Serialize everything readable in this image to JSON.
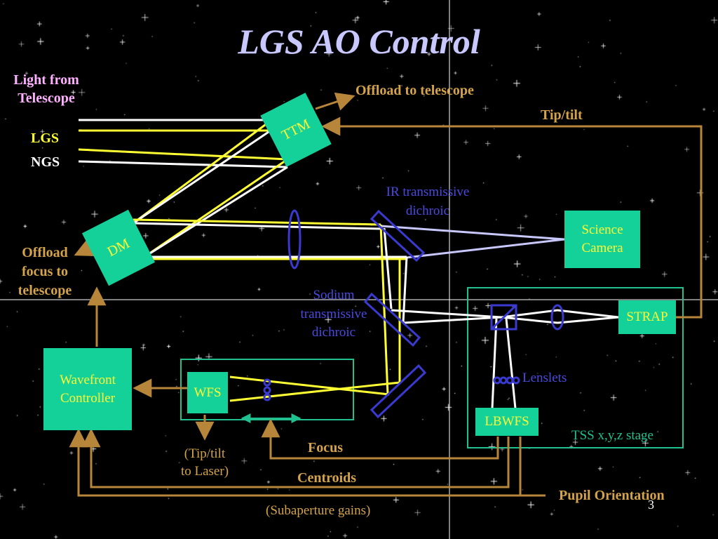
{
  "title": "LGS AO Control",
  "slide_number": "3",
  "labels": {
    "light_from_telescope": "Light from\nTelescope",
    "lgs": "LGS",
    "ngs": "NGS",
    "offload_to_telescope": "Offload to telescope",
    "tip_tilt": "Tip/tilt",
    "ir_dichroic": "IR transmissive\ndichroic",
    "sodium_dichroic": "Sodium\ntransmissive\ndichroic",
    "offload_focus": "Offload\nfocus to\ntelescope",
    "lenslets": "Lenslets",
    "tss_stage": "TSS x,y,z stage",
    "focus": "Focus",
    "centroids": "Centroids",
    "pupil_orientation": "Pupil Orientation",
    "subaperture_gains": "(Subaperture gains)",
    "tip_tilt_laser": "(Tip/tilt\nto Laser)"
  },
  "boxes": {
    "ttm": "TTM",
    "dm": "DM",
    "science_camera": "Science\nCamera",
    "strap": "STRAP",
    "wavefront_controller": "Wavefront\nController",
    "wfs": "WFS",
    "lbwfs": "LBWFS"
  },
  "colors": {
    "background": "#000000",
    "title": "#c8c8ff",
    "box_fill": "#14d19a",
    "box_text": "#ffff33",
    "laser_path": "#ffff33",
    "natural_path": "#ffffff",
    "science_path": "#c8c8ff",
    "signal": "#b8863b",
    "optics": "#3a3ad0",
    "frame": "#20c090"
  }
}
